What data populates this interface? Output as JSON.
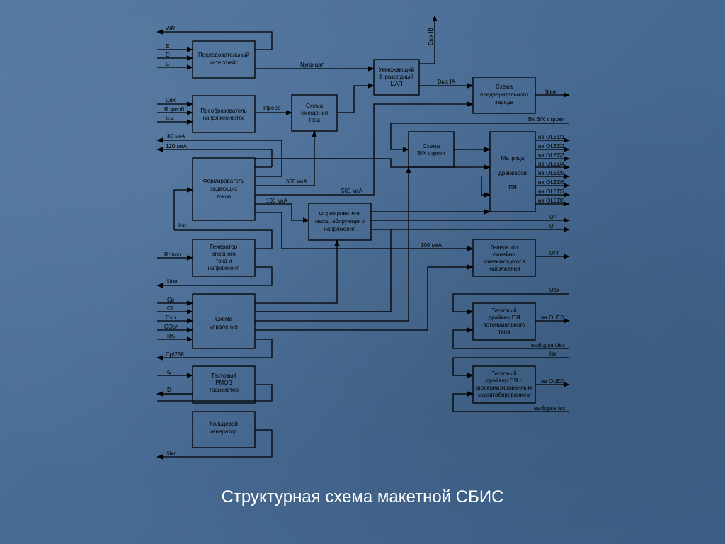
{
  "title": "Структурная схема макетной СБИС",
  "blocks": {
    "serial_interface": [
      "Последовательный",
      "интерфейс"
    ],
    "multiplying_dac": [
      "Умножающий",
      "8-разрядный",
      "ЦАП"
    ],
    "precharge": [
      "Схема",
      "предварительного",
      "заряда"
    ],
    "voltage_current_converter": [
      "Преобразователь",
      "напряжение/ток"
    ],
    "current_bias": [
      "Схема",
      "смещения",
      "тока"
    ],
    "row_sh": [
      "Схема",
      "В/Х строки"
    ],
    "driver_matrix": [
      "Матрица",
      "драйверов",
      "ПЯ"
    ],
    "ref_current_former": [
      "Формирователь",
      "задающих",
      "токов"
    ],
    "scaling_voltage_former": [
      "Формирователь",
      "масштабирующего",
      "напряжения"
    ],
    "ref_generator": [
      "Генератор",
      "опорного",
      "тока и",
      "напряжения"
    ],
    "ramp_generator": [
      "Генератор",
      "линейно",
      "изменяющегося",
      "напряжения"
    ],
    "control": [
      "Схема",
      "упраления"
    ],
    "test_driver_potential": [
      "Тестовый",
      "драйвер ПЯ",
      "потенциального",
      "типа"
    ],
    "test_driver_scaled": [
      "Тестовый",
      "драйвер ПЯ с",
      "модернизированным",
      "масштабированием"
    ],
    "test_pmos": [
      "Тестовый",
      "PMOS",
      "транзистор"
    ],
    "ring_generator": [
      "Кольцевой",
      "генератор"
    ]
  },
  "signals": {
    "wri": "WRI",
    "e": "E",
    "d": "D",
    "c": "C",
    "nupr": "Nупр цап",
    "out_ib": "Вых IB",
    "out_ia": "Вых IA",
    "ivyh": "Iвых",
    "uvx": "Uвх",
    "rpreob": "Rпреоб",
    "icm": "Icм",
    "ipreob": "Iпреоб",
    "i80": "80 мкА",
    "i120": "120 мкА",
    "i500a": "500 мкА",
    "i500b": "500 мкА",
    "i100a": "100 мкА",
    "i100b": "100 мкА",
    "row_in": "Вх В/Х строки",
    "oled": [
      "на OLED1",
      "на OLED2",
      "на OLED3",
      "на OLED4",
      "на OLED5",
      "на OLED6",
      "на OLED7",
      "на OLED8"
    ],
    "uh": "Uh",
    "ul": "Ul",
    "ion": "Ion",
    "ropor": "Rопор",
    "uop": "Uоп",
    "ulg": "Uлг",
    "cp": "Cp",
    "cf": "Cf",
    "csh": "Csh",
    "cosh": "COsh",
    "rs": "RS",
    "cp256": "Cp/256",
    "uvx2": "Uвх",
    "na_oled_a": "на OLED",
    "vyb_uvx": "выборка Uвх",
    "ivx": "Iвх",
    "na_oled_b": "на OLED",
    "vyb_ivx": "выборка Iвх",
    "g": "G",
    "d2": "D",
    "ukg": "Uкг"
  }
}
